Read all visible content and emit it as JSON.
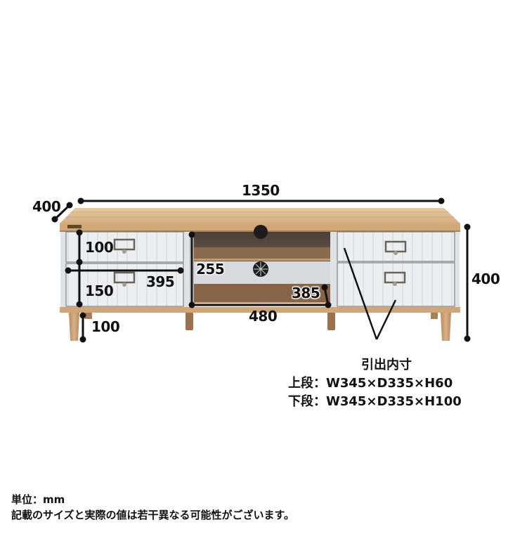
{
  "diagram": {
    "subject": "TV board (low cabinet) dimension diagram",
    "dimensions": {
      "width": "1350",
      "depth": "400",
      "height": "400",
      "leg_height": "100",
      "drawer_width": "395",
      "upper_drawer_height": "100",
      "lower_drawer_height": "150",
      "open_shelf_height": "255",
      "open_shelf_width": "480",
      "open_shelf_depth": "385"
    },
    "drawer_inner": {
      "title": "引出内寸",
      "upper": "上段：W345×D335×H60",
      "lower": "下段：W345×D335×H100"
    },
    "footer": {
      "unit": "単位：mm",
      "disclaimer": "記載のサイズと実際の値は若干異なる可能性がございます。"
    },
    "colors": {
      "wood_top": "#d9b88e",
      "wood_edge": "#c89a68",
      "drawer_white": "#e9ecef",
      "frame_white": "#dde2e8",
      "shelf_dark": "#7a5b43",
      "cavity": "#5a4c44",
      "leg": "#c59a6e",
      "line": "#111111"
    }
  }
}
